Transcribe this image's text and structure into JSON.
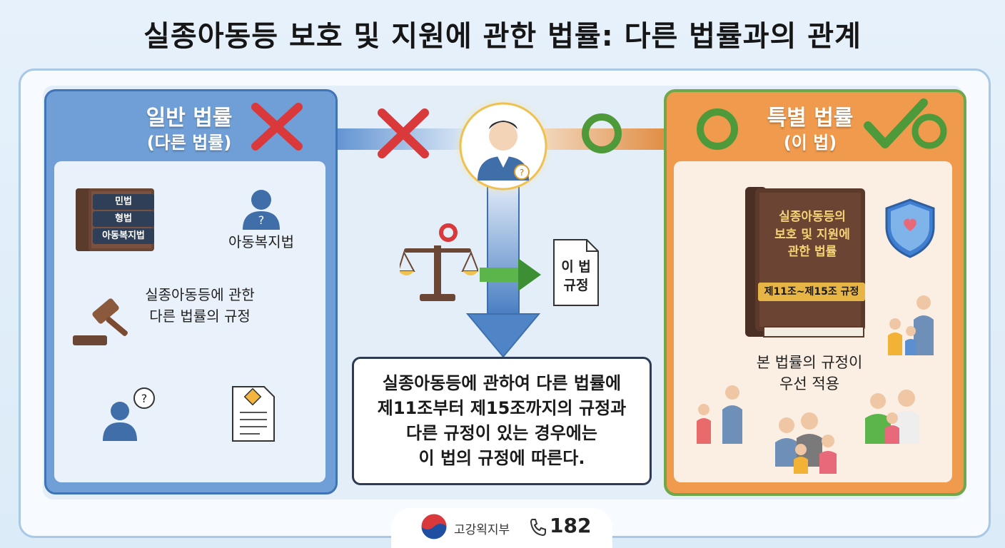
{
  "title": "실종아동등 보호 및 지원에 관한 법률: 다른 법률과의 관계",
  "left": {
    "heading": "일반 법률",
    "subheading": "(다른 법률)",
    "books": [
      "민법",
      "형법",
      "아동복지법"
    ],
    "person_label": "아동복지법",
    "gavel_label_line1": "실종아동등에 관한",
    "gavel_label_line2": "다른 법률의 규정"
  },
  "right": {
    "heading": "특별 법률",
    "subheading": "(이 법)",
    "book_title_line1": "실종아동등의",
    "book_title_line2": "보호 및 지원에",
    "book_title_line3": "관한 법률",
    "book_range": "제11조~제15조 규정",
    "apply_line1": "본 법률의 규정이",
    "apply_line2": "우선 적용"
  },
  "center": {
    "doc_line1": "이 법",
    "doc_line2": "규정",
    "box_line1": "실종아동등에 관하여 다른 법률에",
    "box_line2": "제11조부터 제15조까지의 규정과",
    "box_line3": "다른 규정이 있는 경우에는",
    "box_line4": "이 법의 규정에 따른다."
  },
  "footer": {
    "ministry": "고강왹지부",
    "hotline": "182"
  },
  "colors": {
    "left_panel": "#6f9fd6",
    "right_panel": "#ef9a4d",
    "x_mark": "#d9393a",
    "o_mark": "#4e9a3a",
    "arrow_blue": "#5b8fd0"
  }
}
